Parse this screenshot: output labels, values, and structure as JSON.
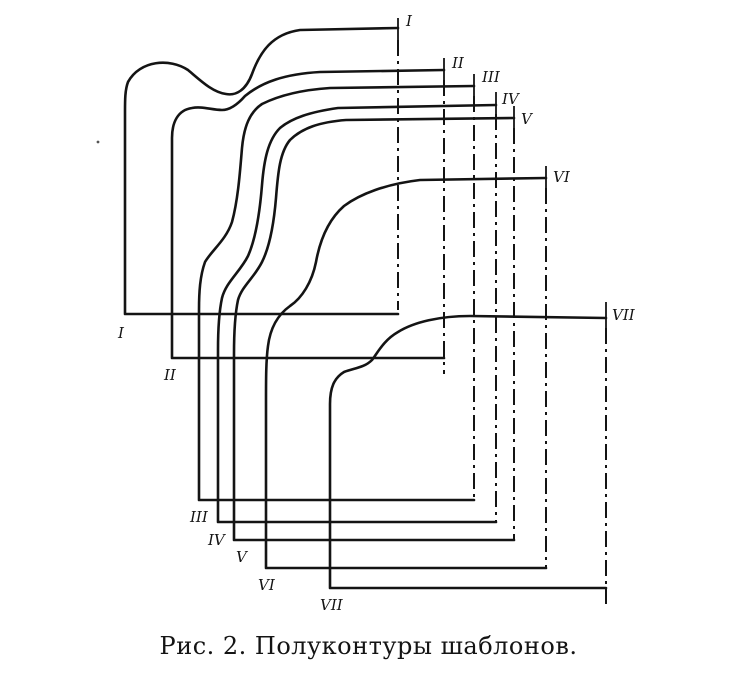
{
  "figure": {
    "caption": "Рис. 2. Полуконтуры шаблонов.",
    "templates": [
      {
        "id": "I",
        "top_label": "I",
        "bottom_label": "I"
      },
      {
        "id": "II",
        "top_label": "II",
        "bottom_label": "II"
      },
      {
        "id": "III",
        "top_label": "III",
        "bottom_label": "III"
      },
      {
        "id": "IV",
        "top_label": "IV",
        "bottom_label": "IV"
      },
      {
        "id": "V",
        "top_label": "V",
        "bottom_label": "V"
      },
      {
        "id": "VI",
        "top_label": "VI",
        "bottom_label": "VI"
      },
      {
        "id": "VII",
        "top_label": "VII",
        "bottom_label": "VII"
      }
    ]
  }
}
